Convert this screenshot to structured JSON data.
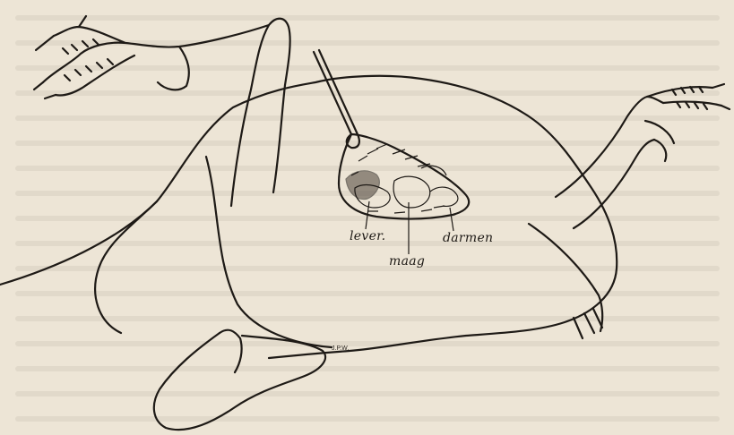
{
  "colors": {
    "paper": "#ede5d6",
    "ink": "#1e1a16",
    "bleed": "#cfc6b6"
  },
  "labels": {
    "liver": "lever.",
    "stomach": "maag",
    "intestines": "darmen"
  },
  "signature": "J.P.W."
}
